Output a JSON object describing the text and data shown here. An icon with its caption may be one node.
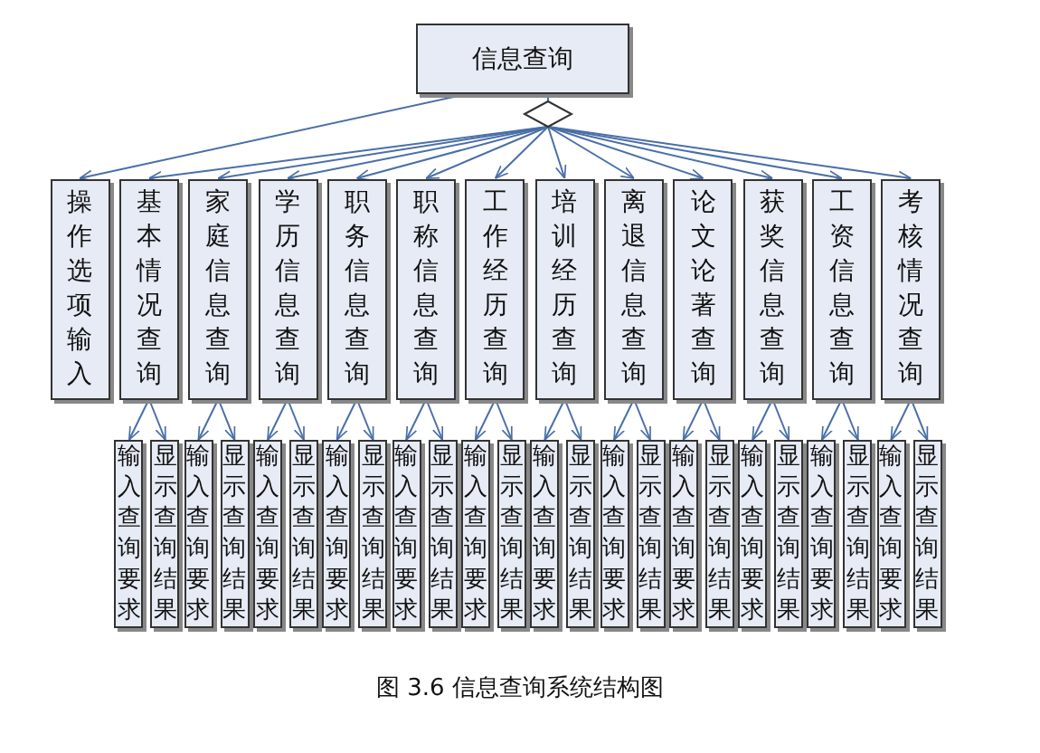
{
  "diagram": {
    "caption": "图 3.6 信息查询系统结构图",
    "nodes": [
      {
        "text": [
          "信息查询"
        ]
      },
      {
        "text": [],
        "shape": "diamond"
      },
      {
        "text": [
          "操作选项输入"
        ]
      },
      {
        "text": [
          "基本情况查询"
        ]
      },
      {
        "text": [
          "家庭信息查询"
        ]
      },
      {
        "text": [
          "学历信息查询"
        ]
      },
      {
        "text": [
          "职务信息查询"
        ]
      },
      {
        "text": [
          "职称信息查询"
        ]
      },
      {
        "text": [
          "工作经历查询"
        ]
      },
      {
        "text": [
          "培训经历查询"
        ]
      },
      {
        "text": [
          "离退信息查询"
        ]
      },
      {
        "text": [
          "论文论著查询"
        ]
      },
      {
        "text": [
          "获奖信息查询"
        ]
      },
      {
        "text": [
          "工资信息查询"
        ]
      },
      {
        "text": [
          "考核情况查询"
        ]
      },
      {
        "text": [
          "输入查询要求"
        ]
      },
      {
        "text": [
          "显示查询结果"
        ]
      },
      {
        "text": [
          "输入查询要求"
        ]
      },
      {
        "text": [
          "显示查询结果"
        ]
      },
      {
        "text": [
          "输入查询要求"
        ]
      },
      {
        "text": [
          "显示查询结果"
        ]
      },
      {
        "text": [
          "输入查询要求"
        ]
      },
      {
        "text": [
          "显示查询结果"
        ]
      },
      {
        "text": [
          "输入查询要求"
        ]
      },
      {
        "text": [
          "显示查询结果"
        ]
      },
      {
        "text": [
          "输入查询要求"
        ]
      },
      {
        "text": [
          "显示查询结果"
        ]
      },
      {
        "text": [
          "输入查询要求"
        ]
      },
      {
        "text": [
          "显示查询结果"
        ]
      },
      {
        "text": [
          "输入查询要求"
        ]
      },
      {
        "text": [
          "显示查询结果"
        ]
      },
      {
        "text": [
          "输入查询要求"
        ]
      },
      {
        "text": [
          "显示查询结果"
        ]
      },
      {
        "text": [
          "输入查询要求"
        ]
      },
      {
        "text": [
          "显示查询结果"
        ]
      },
      {
        "text": [
          "输入查询要求"
        ]
      },
      {
        "text": [
          "显示查询结果"
        ]
      },
      {
        "text": [
          "输入查询要求"
        ]
      },
      {
        "text": [
          "显示查询结果"
        ]
      }
    ],
    "edges": [
      {
        "from": 0,
        "to": 2,
        "arrow": "to"
      },
      {
        "from": 0,
        "to": 1,
        "arrow": "none"
      },
      {
        "from": 1,
        "to": 3,
        "arrow": "to"
      },
      {
        "from": 1,
        "to": 4,
        "arrow": "to"
      },
      {
        "from": 1,
        "to": 5,
        "arrow": "to"
      },
      {
        "from": 1,
        "to": 6,
        "arrow": "to"
      },
      {
        "from": 1,
        "to": 7,
        "arrow": "to"
      },
      {
        "from": 1,
        "to": 8,
        "arrow": "to"
      },
      {
        "from": 1,
        "to": 9,
        "arrow": "to"
      },
      {
        "from": 1,
        "to": 10,
        "arrow": "to"
      },
      {
        "from": 1,
        "to": 11,
        "arrow": "to"
      },
      {
        "from": 1,
        "to": 12,
        "arrow": "to"
      },
      {
        "from": 1,
        "to": 13,
        "arrow": "to"
      },
      {
        "from": 1,
        "to": 14,
        "arrow": "to"
      },
      {
        "from": 3,
        "to": 15,
        "arrow": "to"
      },
      {
        "from": 3,
        "to": 16,
        "arrow": "to"
      },
      {
        "from": 4,
        "to": 17,
        "arrow": "to"
      },
      {
        "from": 4,
        "to": 18,
        "arrow": "to"
      },
      {
        "from": 5,
        "to": 19,
        "arrow": "to"
      },
      {
        "from": 5,
        "to": 20,
        "arrow": "to"
      },
      {
        "from": 6,
        "to": 21,
        "arrow": "to"
      },
      {
        "from": 6,
        "to": 22,
        "arrow": "to"
      },
      {
        "from": 7,
        "to": 23,
        "arrow": "to"
      },
      {
        "from": 7,
        "to": 24,
        "arrow": "to"
      },
      {
        "from": 8,
        "to": 25,
        "arrow": "to"
      },
      {
        "from": 8,
        "to": 26,
        "arrow": "to"
      },
      {
        "from": 9,
        "to": 27,
        "arrow": "to"
      },
      {
        "from": 9,
        "to": 28,
        "arrow": "to"
      },
      {
        "from": 10,
        "to": 29,
        "arrow": "to"
      },
      {
        "from": 10,
        "to": 30,
        "arrow": "to"
      },
      {
        "from": 11,
        "to": 31,
        "arrow": "to"
      },
      {
        "from": 11,
        "to": 32,
        "arrow": "to"
      },
      {
        "from": 12,
        "to": 33,
        "arrow": "to"
      },
      {
        "from": 12,
        "to": 34,
        "arrow": "to"
      },
      {
        "from": 13,
        "to": 35,
        "arrow": "to"
      },
      {
        "from": 13,
        "to": 36,
        "arrow": "to"
      },
      {
        "from": 14,
        "to": 37,
        "arrow": "to"
      },
      {
        "from": 14,
        "to": 38,
        "arrow": "to"
      }
    ]
  }
}
